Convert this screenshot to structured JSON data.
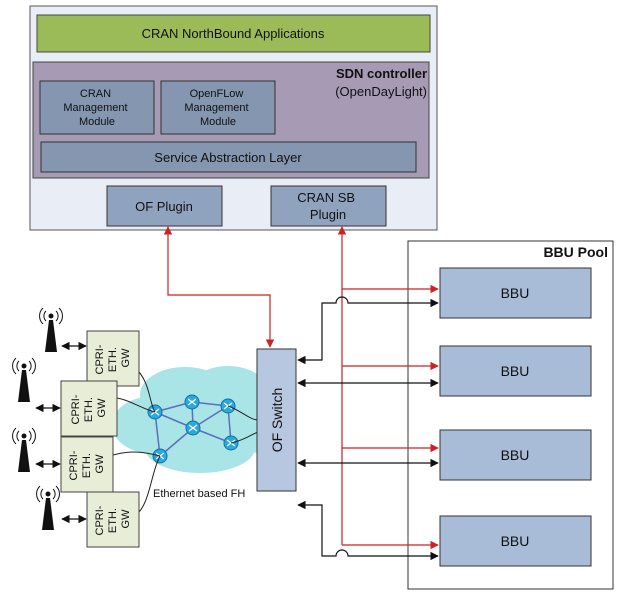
{
  "northbound": {
    "label": "CRAN NorthBound Applications"
  },
  "controller": {
    "title": "SDN controller",
    "subtitle": "(OpenDayLight)",
    "modules": [
      {
        "lines": [
          "CRAN",
          "Management",
          "Module"
        ]
      },
      {
        "lines": [
          "OpenFLow",
          "Management",
          "Module"
        ]
      }
    ],
    "sal": "Service Abstraction Layer"
  },
  "plugins": {
    "of": "OF Plugin",
    "cran_sb": [
      "CRAN SB",
      "Plugin"
    ]
  },
  "bbu_pool": {
    "title": "BBU Pool",
    "units": [
      "BBU",
      "BBU",
      "BBU",
      "BBU"
    ]
  },
  "switch": {
    "label": "OF Switch"
  },
  "fronthaul": {
    "label": "Ethernet based FH"
  },
  "gateways": [
    {
      "lines": [
        "CPRI-",
        "ETH.",
        "GW"
      ]
    },
    {
      "lines": [
        "CPRI-",
        "ETH.",
        "GW"
      ]
    },
    {
      "lines": [
        "CPRI-",
        "ETH.",
        "GW"
      ]
    },
    {
      "lines": [
        "CPRI-",
        "ETH.",
        "GW"
      ]
    }
  ],
  "colors": {
    "controller_frame": "#e9eef6",
    "northbound_fill": "#9bbb59",
    "sdn_fill": "#a79ab5",
    "module_fill": "#8496b0",
    "plugin_fill": "#8fa3bf",
    "switch_fill": "#b8c7e0",
    "bbu_fill": "#a8bcd8",
    "gw_fill": "#e8edd8",
    "cloud_fill": "#a9e4e6",
    "router_fill": "#27a9e1",
    "control_line": "#cc2222"
  },
  "icons": {
    "antenna": "radio-antenna-icon",
    "router": "router-icon"
  }
}
